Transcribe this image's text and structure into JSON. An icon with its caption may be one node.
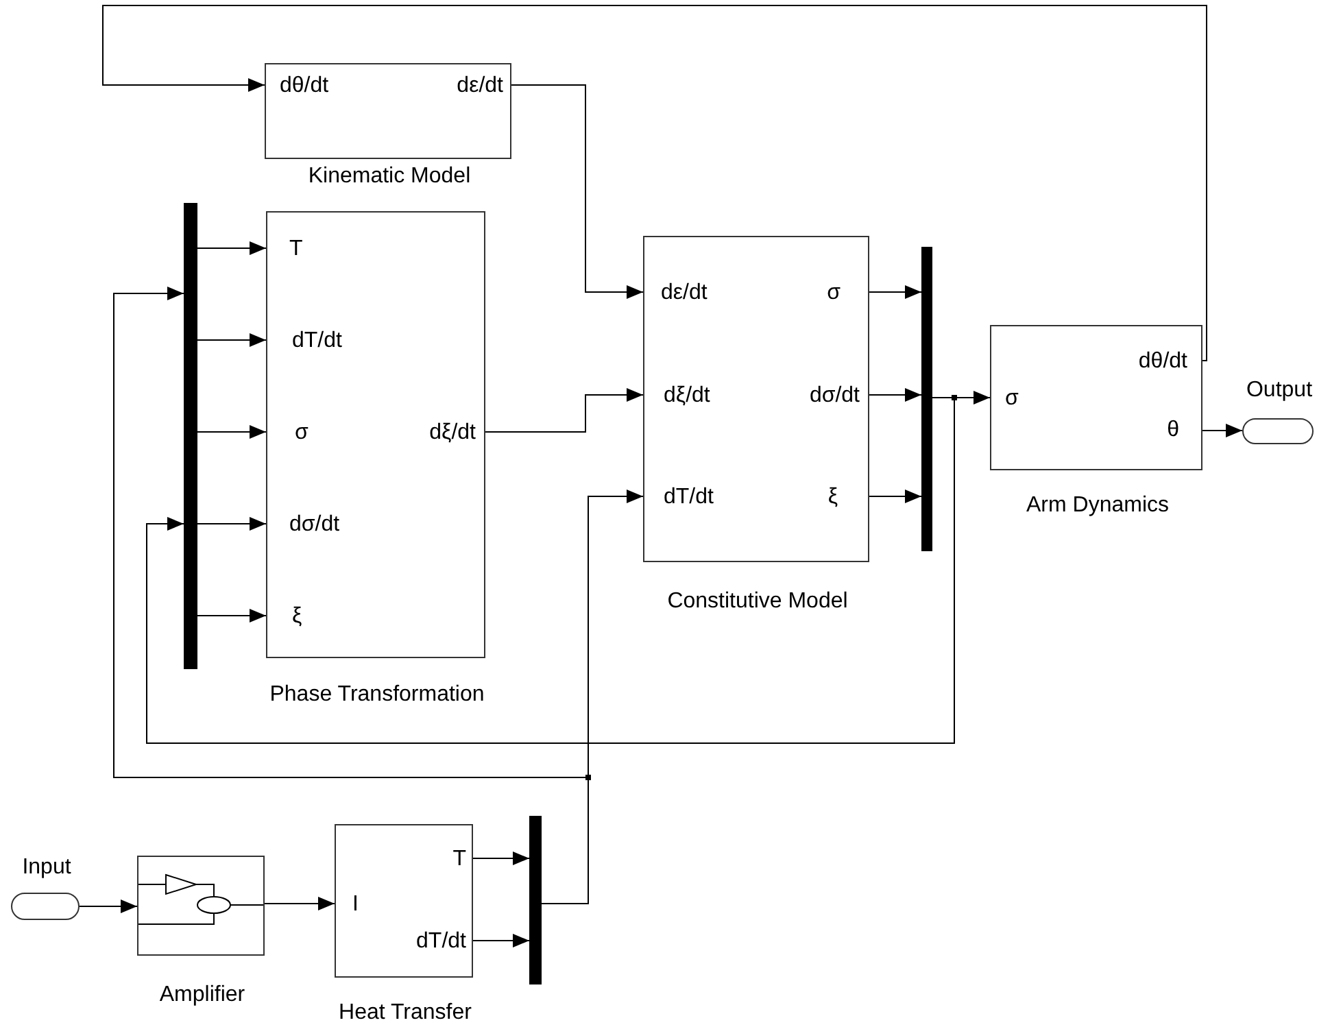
{
  "diagram": {
    "nodes": [
      {
        "text": [
          "dθ/dt",
          "dε/dt",
          "Kinematic Model"
        ]
      },
      {
        "text": [],
        "shape": "bar"
      },
      {
        "text": [
          "T",
          "dT/dt",
          "σ",
          "dσ/dt",
          "ξ",
          "dξ/dt",
          "Phase Transformation"
        ]
      },
      {
        "text": [
          "dε/dt",
          "σ",
          "dξ/dt",
          "dσ/dt",
          "dT/dt",
          "ξ",
          "Constitutive Model"
        ]
      },
      {
        "text": [],
        "shape": "bar"
      },
      {
        "text": [
          "dθ/dt",
          "σ",
          "θ",
          "Arm Dynamics"
        ]
      },
      {
        "text": [
          "Output"
        ]
      },
      {
        "text": [
          "Input"
        ]
      },
      {
        "text": [
          "Amplifier"
        ]
      },
      {
        "text": [
          "I",
          "T",
          "dT/dt",
          "Heat Transfer"
        ]
      },
      {
        "text": [],
        "shape": "bar"
      }
    ],
    "edges": [
      {
        "from": 5,
        "to": 0,
        "arrow": "to"
      },
      {
        "from": 0,
        "to": 3,
        "arrow": "to"
      },
      {
        "from": 1,
        "to": 2,
        "arrow": "to"
      },
      {
        "from": 1,
        "to": 2,
        "arrow": "to"
      },
      {
        "from": 1,
        "to": 2,
        "arrow": "to"
      },
      {
        "from": 1,
        "to": 2,
        "arrow": "to"
      },
      {
        "from": 1,
        "to": 2,
        "arrow": "to"
      },
      {
        "from": 2,
        "to": 3,
        "arrow": "to"
      },
      {
        "from": 10,
        "to": 3,
        "arrow": "to"
      },
      {
        "from": 10,
        "to": 1,
        "arrow": "to"
      },
      {
        "from": 4,
        "to": 1,
        "arrow": "to"
      },
      {
        "from": 3,
        "to": 4,
        "arrow": "to"
      },
      {
        "from": 3,
        "to": 4,
        "arrow": "to"
      },
      {
        "from": 3,
        "to": 4,
        "arrow": "to"
      },
      {
        "from": 4,
        "to": 5,
        "arrow": "to"
      },
      {
        "from": 5,
        "to": 6,
        "arrow": "to"
      },
      {
        "from": 7,
        "to": 8,
        "arrow": "to"
      },
      {
        "from": 8,
        "to": 9,
        "arrow": "to"
      },
      {
        "from": 9,
        "to": 10,
        "arrow": "to"
      },
      {
        "from": 9,
        "to": 10,
        "arrow": "to"
      }
    ]
  }
}
